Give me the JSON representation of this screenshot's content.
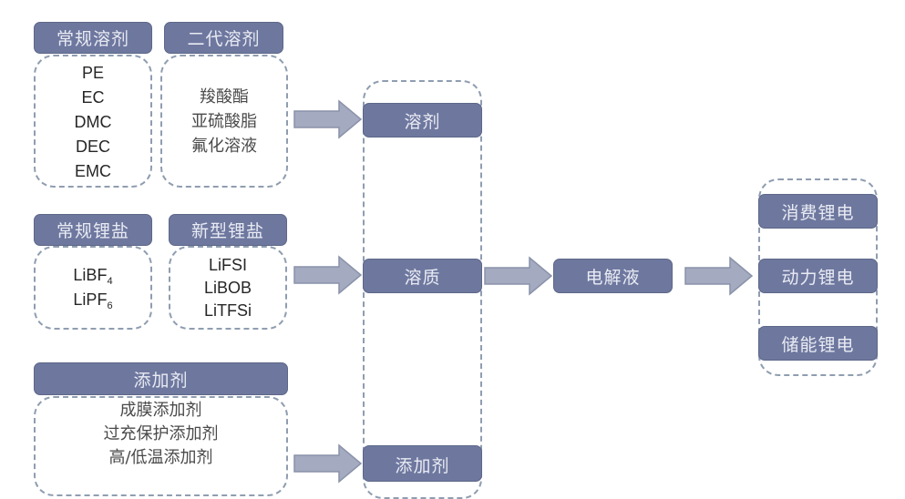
{
  "colors": {
    "header_fill": "#6e789f",
    "header_text": "#e9ebf3",
    "arrow_fill": "#a4abc0",
    "arrow_stroke": "#8a92aa",
    "dashed_border": "#8f9db0"
  },
  "solvents": {
    "conventional": {
      "title": "常规溶剂",
      "items": [
        "PE",
        "EC",
        "DMC",
        "DEC",
        "EMC"
      ]
    },
    "second_gen": {
      "title": "二代溶剂",
      "items": [
        "羧酸酯",
        "亚硫酸脂",
        "氟化溶液"
      ]
    }
  },
  "salts": {
    "conventional": {
      "title": "常规锂盐",
      "items": [
        {
          "base": "LiBF",
          "sub": "4"
        },
        {
          "base": "LiPF",
          "sub": "6"
        }
      ]
    },
    "new": {
      "title": "新型锂盐",
      "items": [
        "LiFSI",
        "LiBOB",
        "LiTFSi"
      ]
    }
  },
  "additives": {
    "title": "添加剂",
    "items": [
      "成膜添加剂",
      "过充保护添加剂",
      "高/低温添加剂"
    ]
  },
  "components": {
    "solvent": "溶剂",
    "solute": "溶质",
    "additive": "添加剂"
  },
  "electrolyte": "电解液",
  "applications": [
    "消费锂电",
    "动力锂电",
    "储能锂电"
  ]
}
